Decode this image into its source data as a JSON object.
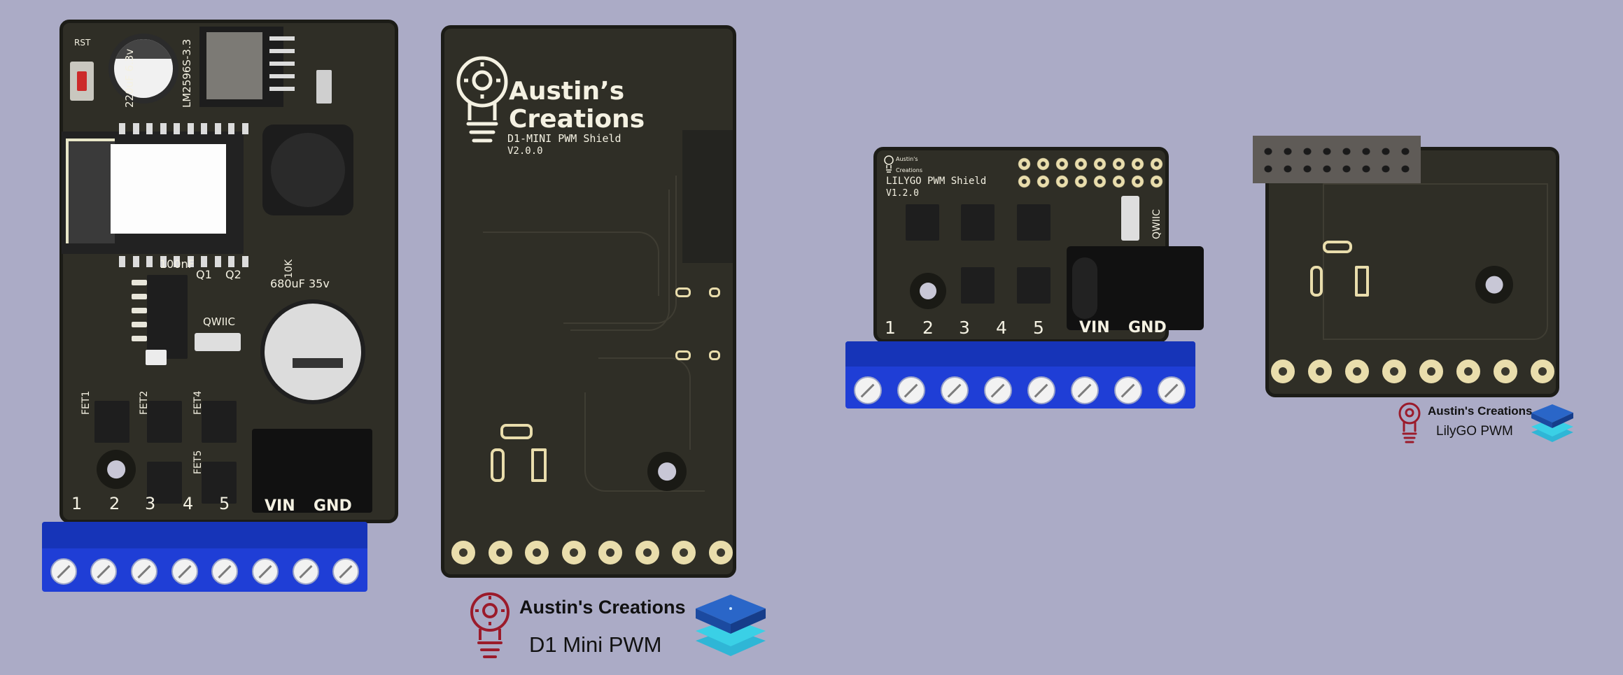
{
  "board1": {
    "labels": {
      "rst": "RST",
      "cap_small": "220uF 6.3v",
      "regulator": "LM2596S-3.3",
      "cap_100nf": "100nF",
      "q1": "Q1",
      "q2": "Q2",
      "r10k": "10K",
      "cap_big": "680uF 35v",
      "qwiic": "QWIIC",
      "fet1": "FET1",
      "fet2": "FET2",
      "fet4": "FET4",
      "fet5": "FET5",
      "vin": "VIN",
      "gnd": "GND"
    },
    "channels": [
      "1",
      "2",
      "3",
      "4",
      "5"
    ]
  },
  "board2": {
    "brand_line1": "Austin’s",
    "brand_line2": "Creations",
    "product": "D1-MINI PWM Shield",
    "version": "V2.0.0"
  },
  "board3": {
    "brand_line1": "Austin's",
    "brand_line2": "Creations",
    "product": "LILYGO PWM Shield",
    "version": "V1.2.0",
    "qwiic": "QWIIC",
    "vin": "VIN",
    "gnd": "GND",
    "channels": [
      "1",
      "2",
      "3",
      "4",
      "5"
    ]
  },
  "caption_d1": {
    "brand": "Austin's Creations",
    "product": "D1 Mini PWM"
  },
  "caption_lilygo": {
    "brand": "Austin's Creations",
    "product": "LilyGO PWM"
  },
  "colors": {
    "background": "#ababc6",
    "pcb": "#2f2e26",
    "terminal_block": "#1f3ed6",
    "logo_red": "#9b1b2b",
    "silkscreen": "#f4f1e2"
  },
  "icons": [
    "lightbulb-gear-logo-icon",
    "stacked-layers-icon"
  ]
}
